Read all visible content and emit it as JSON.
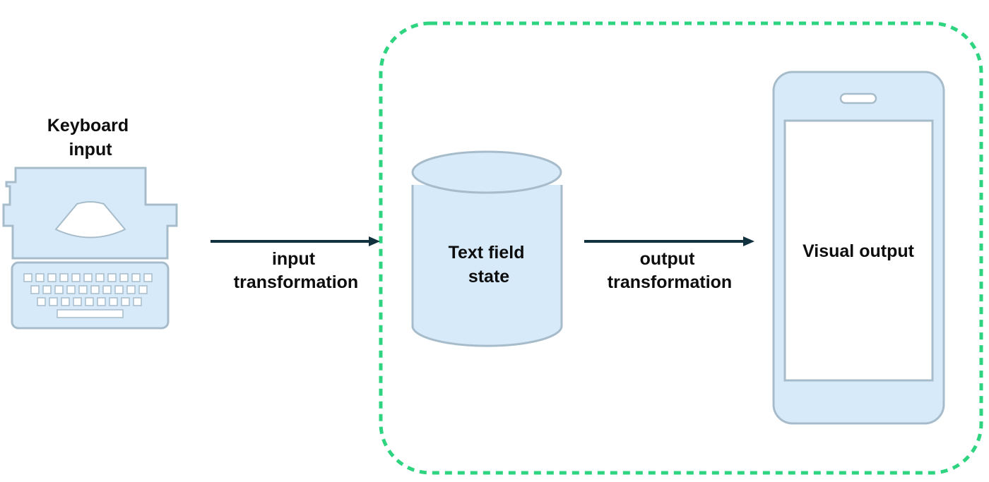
{
  "nodes": {
    "keyboard": {
      "label_line1": "Keyboard",
      "label_line2": "input",
      "icon": "typewriter-icon"
    },
    "state": {
      "label_line1": "Text field",
      "label_line2": "state",
      "icon": "database-cylinder-icon"
    },
    "visual": {
      "label": "Visual output",
      "icon": "phone-icon"
    }
  },
  "edges": {
    "input": {
      "label_line1": "input",
      "label_line2": "transformation"
    },
    "output": {
      "label_line1": "output",
      "label_line2": "transformation"
    }
  },
  "colors": {
    "boundary": "#2ed47f",
    "shape_fill": "#d7eaf9",
    "shape_stroke": "#a7bccb",
    "arrow": "#11313f",
    "text": "#0d0d0d"
  }
}
